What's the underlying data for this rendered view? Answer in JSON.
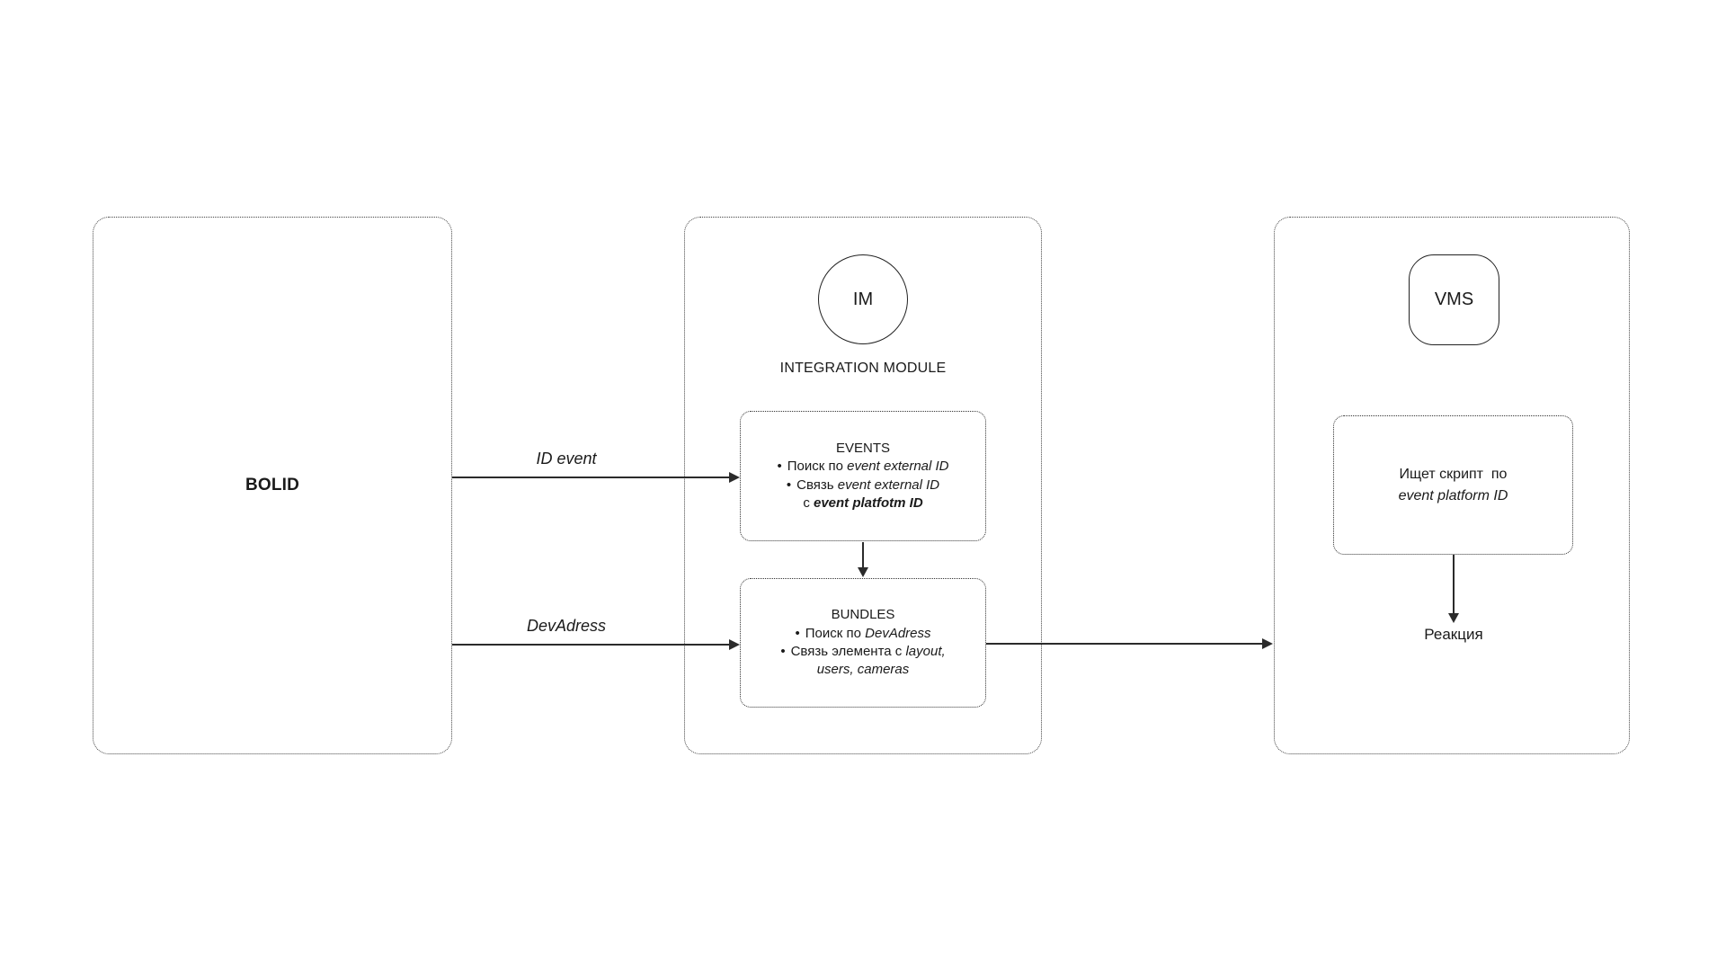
{
  "bolid": {
    "title": "BOLID"
  },
  "integration": {
    "badge": "IM",
    "caption": "INTEGRATION MODULE",
    "events": {
      "title": "EVENTS",
      "bullet": "•",
      "item1_text": "Поиск по ",
      "item1_italic": "event external ID",
      "item2_text": "Связь ",
      "item2_italic": "event external ID",
      "item3_text": "с ",
      "item3_bold_italic": "event platfotm ID"
    },
    "bundles": {
      "title": "BUNDLES",
      "bullet": "•",
      "item1_text": "Поиск по ",
      "item1_italic": "DevAdress",
      "item2_text": "Связь элемента с ",
      "item2_italic": "layout,",
      "item3_italic": "users, cameras"
    }
  },
  "vms": {
    "badge": "VMS",
    "script_line1": "Ищет скрипт  по",
    "script_line2": "event platform ID",
    "reaction": "Реакция"
  },
  "labels": {
    "id_event": "ID event",
    "devadress": "DevAdress"
  },
  "colors": {
    "arrow": "#2b2b2b",
    "text": "#1a1a1a",
    "background": "#ffffff"
  }
}
